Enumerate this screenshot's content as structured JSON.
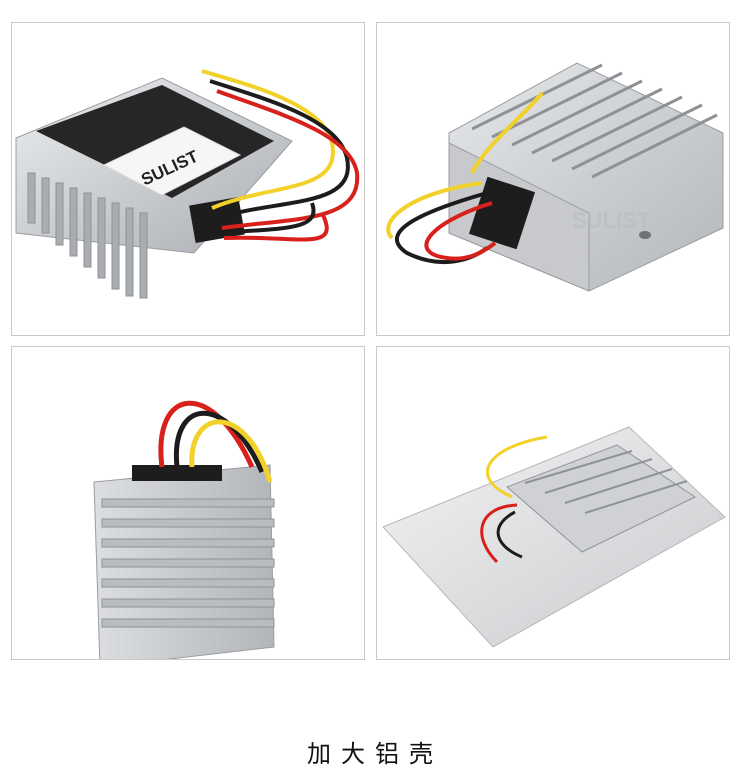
{
  "caption": "加大铝壳",
  "brand_logo": "SULIST",
  "photos": [
    {
      "view": "front-angle"
    },
    {
      "view": "top-angle"
    },
    {
      "view": "side-upright"
    },
    {
      "view": "in-packaging"
    }
  ],
  "colors": {
    "aluminum_light": "#e2e3e5",
    "aluminum_mid": "#b9bbbf",
    "aluminum_dark": "#8d9095",
    "wire_red": "#d8201c",
    "wire_yellow": "#f1d12a",
    "wire_black": "#1c1c1c",
    "panel_border": "#c9c9c9"
  }
}
